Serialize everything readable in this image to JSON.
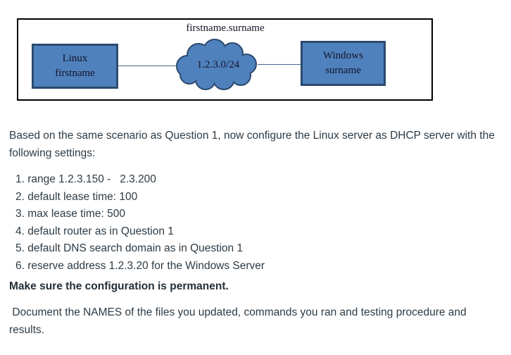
{
  "diagram": {
    "title": "firstname.surname",
    "nodes": {
      "linux": {
        "line1": "Linux",
        "line2": "firstname"
      },
      "windows": {
        "line1": "Windows",
        "line2": "surname"
      }
    },
    "cloud_label": "1.2.3.0/24",
    "colors": {
      "node_fill": "#4f81bd",
      "node_border": "#2b4a6f",
      "connector": "#44678f",
      "frame_border": "#000000"
    }
  },
  "question": {
    "intro_lines": [
      "Based on the same scenario as Question 1, now configure the Linux server as DHCP server with the",
      "following settings:"
    ],
    "settings": [
      "1. range 1.2.3.150 -   2.3.200",
      "2. default lease time: 100",
      "3. max lease time: 500",
      "4. default router as in Question 1",
      "5. default DNS search domain as in Question 1",
      "6. reserve address 1.2.3.20 for the Windows Server"
    ],
    "emphasis": "Make sure the configuration is permanent.",
    "closing_lines": [
      " Document the NAMES of the files you updated, commands you ran and testing procedure and",
      "results."
    ]
  }
}
